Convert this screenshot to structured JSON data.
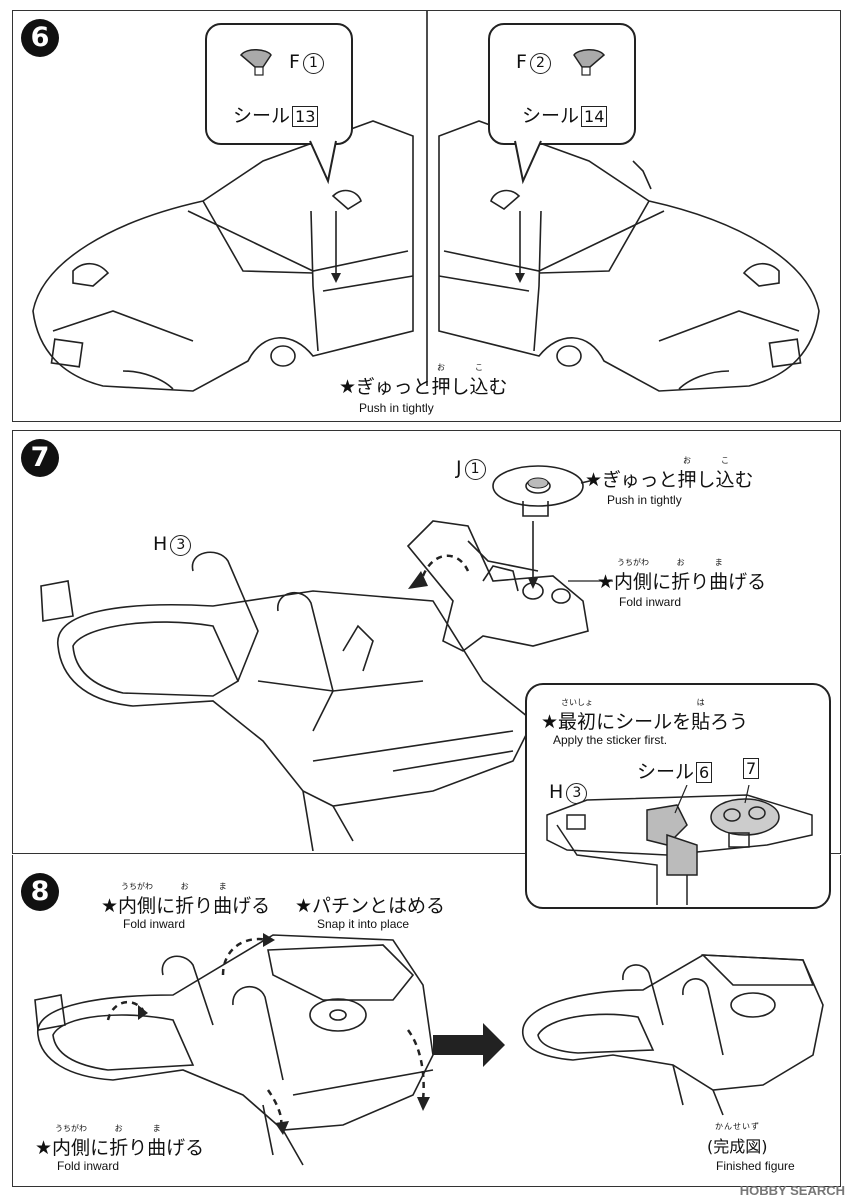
{
  "step6": {
    "number": "6",
    "left_part_letter": "F",
    "left_part_num": "1",
    "left_seal_text": "シール",
    "left_seal_num": "13",
    "right_part_letter": "F",
    "right_part_num": "2",
    "right_seal_text": "シール",
    "right_seal_num": "14",
    "instruction_star": "★",
    "instruction_jp_a": "ぎゅっと",
    "instruction_jp_b": "押",
    "instruction_ruby_b": "お",
    "instruction_jp_c": "し",
    "instruction_jp_d": "込",
    "instruction_ruby_d": "こ",
    "instruction_jp_e": "む",
    "instruction_en": "Push in tightly"
  },
  "step7": {
    "number": "7",
    "part_j_letter": "J",
    "part_j_num": "1",
    "part_h_letter": "H",
    "part_h_num": "3",
    "push_star": "★",
    "push_jp_a": "ぎゅっと",
    "push_jp_b": "押",
    "push_ruby_b": "お",
    "push_jp_c": "し",
    "push_jp_d": "込",
    "push_ruby_d": "こ",
    "push_jp_e": "む",
    "push_en": "Push in tightly",
    "fold_star": "★",
    "fold_jp_a": "内側",
    "fold_ruby_a": "うちがわ",
    "fold_jp_b": "に",
    "fold_jp_c": "折",
    "fold_ruby_c": "お",
    "fold_jp_d": "り",
    "fold_jp_e": "曲",
    "fold_ruby_e": "ま",
    "fold_jp_f": "げる",
    "fold_en": "Fold inward",
    "inset": {
      "star": "★",
      "jp_a": "最初",
      "ruby_a": "さいしょ",
      "jp_b": "にシールを",
      "jp_c": "貼",
      "ruby_c": "は",
      "jp_d": "ろう",
      "en": "Apply the sticker first.",
      "part_letter": "H",
      "part_num": "3",
      "seal_text": "シール",
      "seal_num_a": "6",
      "seal_num_b": "7"
    }
  },
  "step8": {
    "number": "8",
    "fold1_star": "★",
    "fold1_jp_a": "内側",
    "fold1_ruby_a": "うちがわ",
    "fold1_jp_b": "に",
    "fold1_jp_c": "折",
    "fold1_ruby_c": "お",
    "fold1_jp_d": "り",
    "fold1_jp_e": "曲",
    "fold1_ruby_e": "ま",
    "fold1_jp_f": "げる",
    "fold1_en": "Fold inward",
    "snap_star": "★",
    "snap_jp": "パチンとはめる",
    "snap_en": "Snap it into place",
    "fold2_star": "★",
    "fold2_jp_a": "内側",
    "fold2_ruby_a": "うちがわ",
    "fold2_jp_b": "に",
    "fold2_jp_c": "折",
    "fold2_ruby_c": "お",
    "fold2_jp_d": "り",
    "fold2_jp_e": "曲",
    "fold2_ruby_e": "ま",
    "fold2_jp_f": "げる",
    "fold2_en": "Fold inward",
    "finished_ruby": "かんせいず",
    "finished_jp": "(完成図)",
    "finished_en": "Finished figure"
  },
  "watermark": "HOBBY SEARCH"
}
